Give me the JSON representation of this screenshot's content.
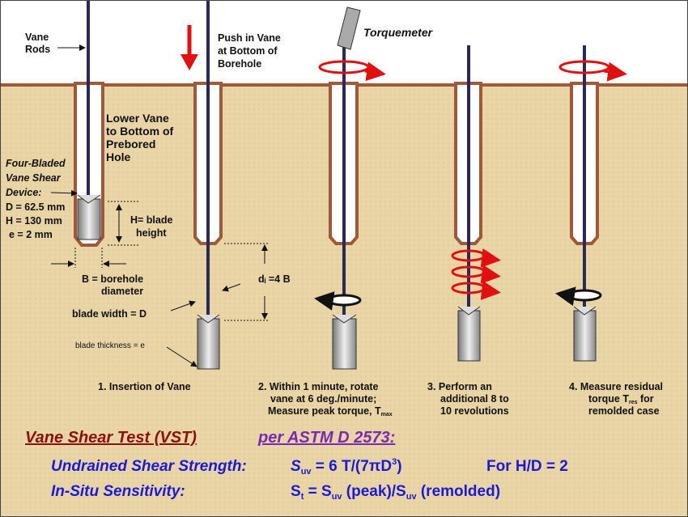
{
  "labels": {
    "vane_rods": [
      "Vane",
      "Rods"
    ],
    "push_in": [
      "Push in Vane",
      "at Bottom of",
      "Borehole"
    ],
    "torquemeter": "Torquemeter",
    "lower_vane": [
      "Lower Vane",
      "to Bottom of",
      "Prebored",
      "Hole"
    ],
    "device": [
      "Four-Bladed",
      "Vane Shear",
      "Device:"
    ],
    "specs": [
      "D = 62.5 mm",
      "H = 130 mm",
      "e = 2 mm"
    ],
    "blade_height": [
      "H= blade",
      "height"
    ],
    "borehole_diameter": [
      "B = borehole",
      "diameter"
    ],
    "depth": "dᵢ =4 B",
    "blade_width": "blade  width = D",
    "blade_thickness": "blade thickness = e"
  },
  "steps": [
    {
      "lines": [
        "1.  Insertion of Vane"
      ]
    },
    {
      "lines": [
        "2.  Within 1 minute, rotate",
        "vane at 6 deg./minute;",
        "Measure peak torque, T"
      ],
      "sub": "max"
    },
    {
      "lines": [
        "3.   Perform an",
        "additional 8 to",
        "10 revolutions"
      ]
    },
    {
      "lines": [
        "4.   Measure residual",
        "torque    T",
        "remolded case"
      ],
      "sub": "res",
      "after": "  for"
    }
  ],
  "footer": {
    "title": "Vane Shear Test (VST)",
    "standard": "per ASTM  D 2573:",
    "strength_label": "Undrained Shear Strength:",
    "strength_eq": {
      "s": "S",
      "sub": "uv",
      "rest": " = 6 T/(7πD",
      "sup": "3",
      "close": ")"
    },
    "strength_note": "For H/D = 2",
    "sensitivity_label": "In-Situ Sensitivity:",
    "sensitivity_eq": {
      "s": "S",
      "sub": "t",
      "mid": "  = S",
      "sub2": "uv",
      "peak": " (peak)/S",
      "sub3": "uv",
      "end": " (remolded)"
    }
  },
  "colors": {
    "soil": "#e9d4a6",
    "hole_wall": "#a0583a",
    "rod": "#2a2a5a",
    "red": "#e01010",
    "title": "#8b1010",
    "standard": "#7a2ab0",
    "blue": "#1a1ad6"
  }
}
